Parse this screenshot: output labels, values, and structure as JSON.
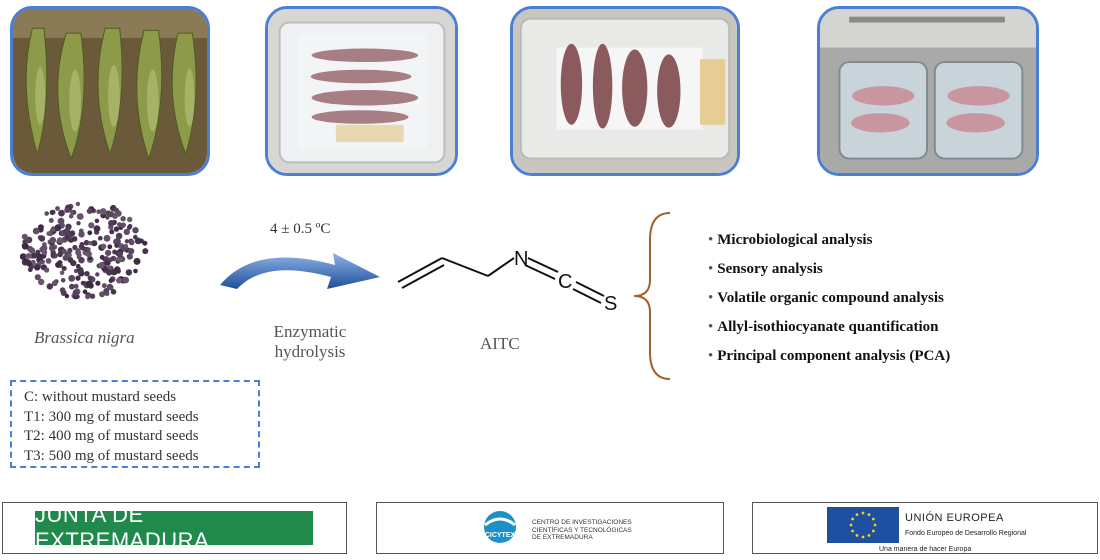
{
  "photos": [
    {
      "name": "tench-fish"
    },
    {
      "name": "fillets-in-tray"
    },
    {
      "name": "fillets-with-sachet"
    },
    {
      "name": "vacuum-sealed-trays"
    }
  ],
  "mustard": {
    "species": "Brassica nigra"
  },
  "process": {
    "temperature": "4 ± 0.5 ºC",
    "step_line1": "Enzymatic",
    "step_line2": "hydrolysis"
  },
  "molecule": {
    "name": "AITC",
    "atom_n": "N",
    "atom_c": "C",
    "atom_s": "S"
  },
  "treatments": [
    "C: without mustard seeds",
    "T1: 300 mg of mustard seeds",
    "T2: 400 mg of mustard seeds",
    "T3: 500 mg of mustard seeds"
  ],
  "analyses": [
    "Microbiological analysis",
    "Sensory analysis",
    "Volatile organic compound analysis",
    "Allyl-isothiocyanate quantification",
    "Principal component analysis (PCA)"
  ],
  "bullet": "•",
  "logos": {
    "junta": "JUNTA DE EXTREMADURA",
    "cicytex_line1": "CENTRO DE INVESTIGACIONES",
    "cicytex_line2": "CIENTÍFICAS Y TECNOLÓGICAS",
    "cicytex_line3": "DE EXTREMADURA",
    "cicytex_badge": "CICYTEX",
    "ue_title": "UNIÓN EUROPEA",
    "ue_sub": "Fondo Europeo de Desarrollo Regional",
    "ue_motto": "Una manera de hacer Europa"
  },
  "colors": {
    "frame_blue": "#4a7fd4",
    "brace_brown": "#a0622a",
    "junta_green": "#1f8a4c",
    "eu_blue": "#1f4fa0",
    "eu_star": "#f3d21a",
    "cicytex_blue": "#1e90c8"
  }
}
